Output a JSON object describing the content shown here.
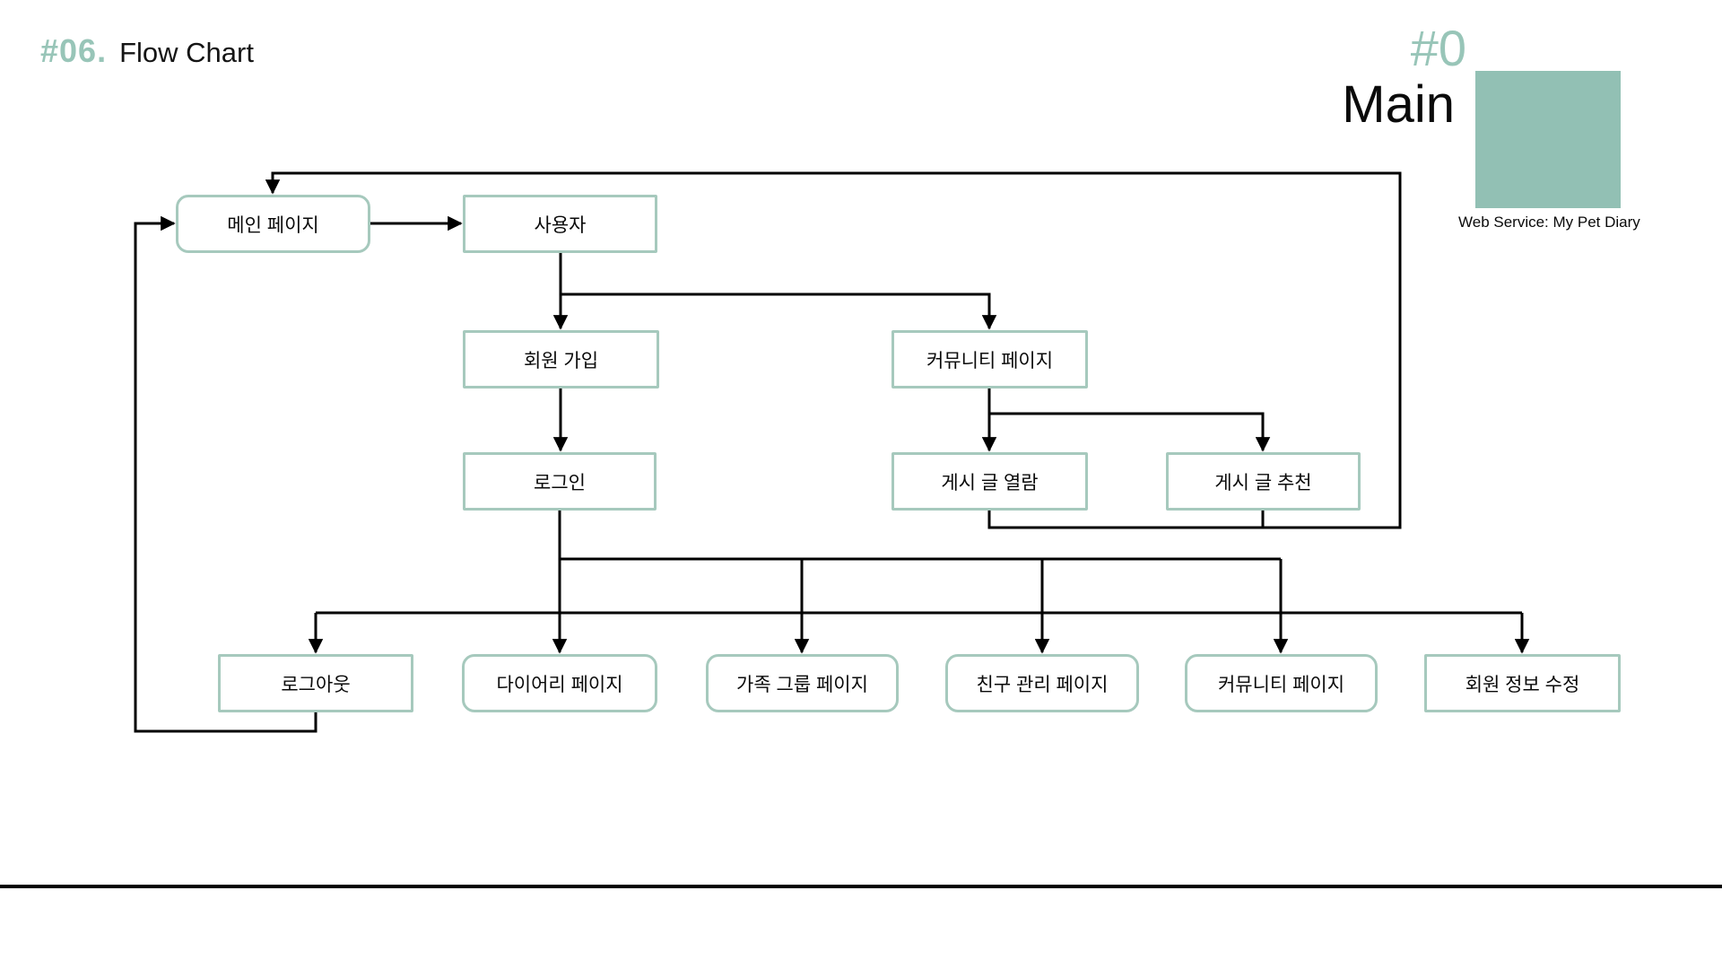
{
  "header": {
    "number": "#06.",
    "title": "Flow Chart"
  },
  "badge": {
    "number": "#0",
    "label": "Main",
    "caption": "Web Service: My Pet Diary"
  },
  "colors": {
    "accent_text": "#98c5b8",
    "node_border": "#a6c9bd",
    "square_fill": "#92c0b4",
    "connector": "#000000"
  },
  "flowchart": {
    "nodes": [
      {
        "id": "main-page",
        "label": "메인 페이지"
      },
      {
        "id": "user",
        "label": "사용자"
      },
      {
        "id": "signup",
        "label": "회원 가입"
      },
      {
        "id": "community-page",
        "label": "커뮤니티 페이지"
      },
      {
        "id": "login",
        "label": "로그인"
      },
      {
        "id": "post-view",
        "label": "게시 글 열람"
      },
      {
        "id": "post-recommend",
        "label": "게시 글 추천"
      },
      {
        "id": "logout",
        "label": "로그아웃"
      },
      {
        "id": "diary-page",
        "label": "다이어리 페이지"
      },
      {
        "id": "family-group-page",
        "label": "가족 그룹 페이지"
      },
      {
        "id": "friend-manage-page",
        "label": "친구 관리 페이지"
      },
      {
        "id": "community-page-2",
        "label": "커뮤니티 페이지"
      },
      {
        "id": "member-info-edit",
        "label": "회원 정보 수정"
      }
    ],
    "edges": [
      {
        "from": "main-page",
        "to": "user"
      },
      {
        "from": "user",
        "to": "signup"
      },
      {
        "from": "user",
        "to": "community-page"
      },
      {
        "from": "signup",
        "to": "login"
      },
      {
        "from": "community-page",
        "to": "post-view"
      },
      {
        "from": "community-page",
        "to": "post-recommend"
      },
      {
        "from": "login",
        "to": "logout"
      },
      {
        "from": "login",
        "to": "diary-page"
      },
      {
        "from": "login",
        "to": "family-group-page"
      },
      {
        "from": "login",
        "to": "friend-manage-page"
      },
      {
        "from": "login",
        "to": "community-page-2"
      },
      {
        "from": "login",
        "to": "member-info-edit"
      },
      {
        "from": "post-view",
        "to": "main-page"
      },
      {
        "from": "post-recommend",
        "to": "main-page"
      },
      {
        "from": "logout",
        "to": "main-page"
      }
    ]
  }
}
